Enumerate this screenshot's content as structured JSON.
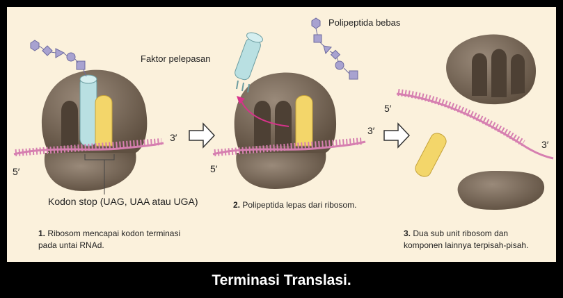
{
  "labels": {
    "release_factor": "Faktor pelepasan",
    "free_polypeptide": "Polipeptida bebas",
    "stop_codon": "Kodon stop (UAG, UAA atau UGA)",
    "prime5": "5′",
    "prime3": "3′"
  },
  "steps": [
    {
      "number": "1.",
      "line1": "Ribosom mencapai kodon terminasi",
      "line2": "pada untai RNAd."
    },
    {
      "number": "2.",
      "line1": "Polipeptida lepas dari ribosom.",
      "line2": ""
    },
    {
      "number": "3.",
      "line1": "Dua sub unit ribosom dan",
      "line2": "komponen lainnya terpisah-pisah."
    }
  ],
  "title": "Terminasi Translasi.",
  "colors": {
    "background": "#fbf1dc",
    "ribosom": "#7a6a5a",
    "mrna": "#d67fb0",
    "trna_blue": "#b9e0e2",
    "release_factor_yellow": "#f3d66a",
    "chain": "#a8a2d0"
  }
}
